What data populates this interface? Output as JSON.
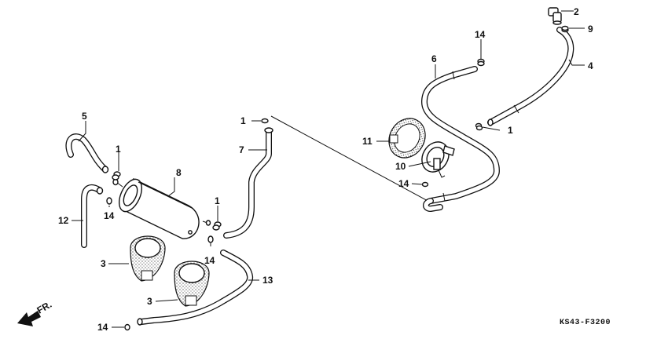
{
  "diagram": {
    "code": "KS43-F3200",
    "direction_label": "FR.",
    "callouts": {
      "c1a": "1",
      "c1b": "1",
      "c1c": "1",
      "c1d": "1",
      "c2": "2",
      "c3a": "3",
      "c3b": "3",
      "c4": "4",
      "c5": "5",
      "c6": "6",
      "c7": "7",
      "c8": "8",
      "c9": "9",
      "c10": "10",
      "c11": "11",
      "c12": "12",
      "c13": "13",
      "c14a": "14",
      "c14b": "14",
      "c14c": "14",
      "c14d": "14",
      "c14e": "14"
    }
  }
}
